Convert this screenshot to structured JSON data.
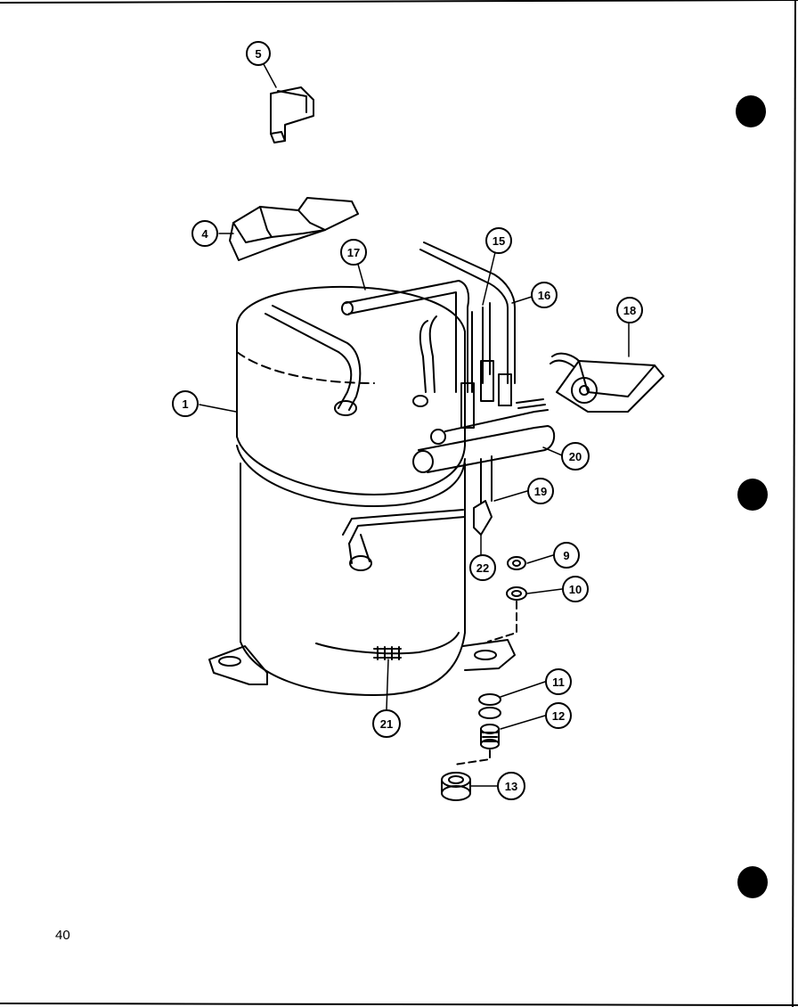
{
  "page": {
    "page_number": "40"
  },
  "colors": {
    "ink": "#000000",
    "paper": "#ffffff"
  },
  "callouts": [
    {
      "id": "part-5",
      "label": "5"
    },
    {
      "id": "part-4",
      "label": "4"
    },
    {
      "id": "part-17",
      "label": "17"
    },
    {
      "id": "part-15",
      "label": "15"
    },
    {
      "id": "part-16",
      "label": "16"
    },
    {
      "id": "part-18",
      "label": "18"
    },
    {
      "id": "part-1",
      "label": "1"
    },
    {
      "id": "part-20",
      "label": "20"
    },
    {
      "id": "part-19",
      "label": "19"
    },
    {
      "id": "part-22",
      "label": "22"
    },
    {
      "id": "part-9",
      "label": "9"
    },
    {
      "id": "part-10",
      "label": "10"
    },
    {
      "id": "part-11",
      "label": "11"
    },
    {
      "id": "part-12",
      "label": "12"
    },
    {
      "id": "part-13",
      "label": "13"
    },
    {
      "id": "part-21",
      "label": "21"
    }
  ]
}
